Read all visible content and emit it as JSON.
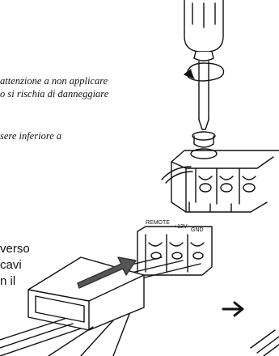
{
  "notes": {
    "line1": "attenzione a non applicare",
    "line2": "o si rischia di danneggiare",
    "line3": "sere inferiore a"
  },
  "steps": {
    "line1": "verso",
    "line2": "cavi",
    "line3": "n il"
  },
  "terminals": {
    "remote": "REMOTE",
    "plus12v": "+12V",
    "gnd": "GND"
  },
  "icons": [
    "screwdriver-icon",
    "rotation-arrow-icon",
    "terminal-block-icon",
    "cable-cover-icon",
    "right-arrow-icon"
  ]
}
